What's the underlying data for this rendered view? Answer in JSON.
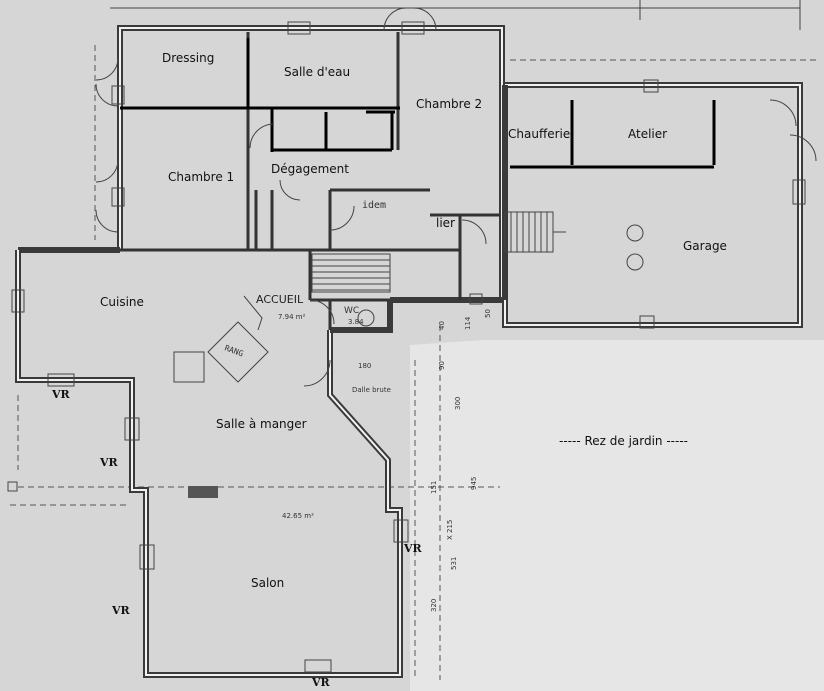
{
  "rooms": {
    "dressing": "Dressing",
    "salle_eau": "Salle d'eau",
    "chambre2": "Chambre 2",
    "chambre1": "Chambre 1",
    "degagement": "Dégagement",
    "chaufferie": "Chaufferie",
    "atelier": "Atelier",
    "garage": "Garage",
    "cuisine": "Cuisine",
    "accueil": "ACCUEIL",
    "wc": "WC",
    "salle_manger": "Salle à manger",
    "salon": "Salon",
    "cellier": "lier"
  },
  "caption": "-----  Rez de jardin  -----",
  "vr_label": "VR",
  "annotations": {
    "rang": "RANG",
    "idem": "idem",
    "dalle_brute": "Dalle brute",
    "dim_180": "180",
    "dim_300": "300",
    "dim_945": "945",
    "dim_531": "531",
    "dim_320": "320",
    "dim_151": "151",
    "dim_114": "114",
    "dim_90": "90",
    "dim_40": "40",
    "dim_50": "50",
    "dim_215": "X 215",
    "area_salon": "42.65 m²",
    "area_accueil": "7.94 m²",
    "area_wc": "3.84"
  }
}
